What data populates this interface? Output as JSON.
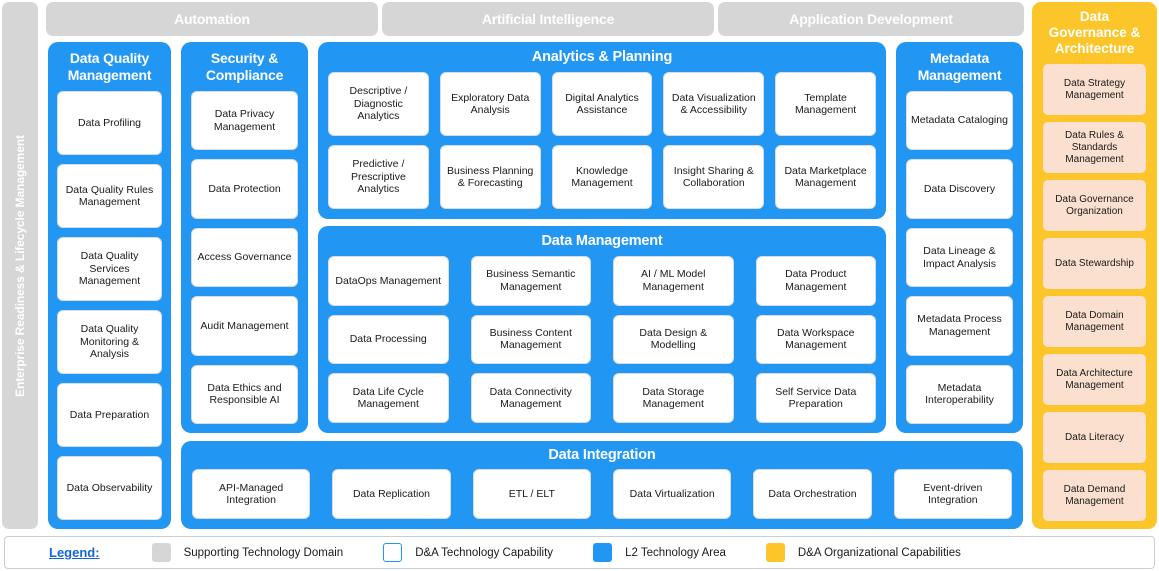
{
  "left_rail": {
    "label": "Enterprise Readiness & Lifecycle Management"
  },
  "top_bars": [
    {
      "label": "Automation"
    },
    {
      "label": "Artificial Intelligence"
    },
    {
      "label": "Application Development"
    }
  ],
  "data_quality": {
    "title": "Data Quality Management",
    "items": [
      "Data Profiling",
      "Data Quality Rules Management",
      "Data Quality Services Management",
      "Data Quality Monitoring & Analysis",
      "Data Preparation",
      "Data Observability"
    ]
  },
  "security": {
    "title": "Security & Compliance",
    "items": [
      "Data Privacy Management",
      "Data Protection",
      "Access Governance",
      "Audit Management",
      "Data Ethics and Responsible AI"
    ]
  },
  "analytics": {
    "title": "Analytics & Planning",
    "items": [
      "Descriptive / Diagnostic Analytics",
      "Exploratory Data Analysis",
      "Digital Analytics Assistance",
      "Data Visualization & Accessibility",
      "Template Management",
      "Predictive / Prescriptive Analytics",
      "Business Planning & Forecasting",
      "Knowledge Management",
      "Insight Sharing & Collaboration",
      "Data Marketplace Management"
    ]
  },
  "data_management": {
    "title": "Data Management",
    "items": [
      "DataOps Management",
      "Business Semantic Management",
      "AI / ML Model Management",
      "Data Product Management",
      "Data Processing",
      "Business Content Management",
      "Data Design & Modelling",
      "Data Workspace Management",
      "Data Life Cycle Management",
      "Data Connectivity Management",
      "Data Storage Management",
      "Self Service Data Preparation"
    ]
  },
  "metadata": {
    "title": "Metadata Management",
    "items": [
      "Metadata Cataloging",
      "Data Discovery",
      "Data Lineage & Impact Analysis",
      "Metadata Process Management",
      "Metadata Interoperability"
    ]
  },
  "integration": {
    "title": "Data Integration",
    "items": [
      "API-Managed Integration",
      "Data Replication",
      "ETL / ELT",
      "Data Virtualization",
      "Data Orchestration",
      "Event-driven Integration"
    ]
  },
  "governance": {
    "title": "Data Governance & Architecture",
    "items": [
      "Data Strategy Management",
      "Data Rules & Standards Management",
      "Data Governance Organization",
      "Data Stewardship",
      "Data Domain Management",
      "Data Architecture Management",
      "Data Literacy",
      "Data Demand Management"
    ]
  },
  "legend": {
    "title": "Legend:",
    "items": [
      {
        "label": "Supporting Technology Domain",
        "color": "#d6d6d6"
      },
      {
        "label": "D&A Technology Capability",
        "color": "#ffffff"
      },
      {
        "label": "L2 Technology Area",
        "color": "#2196f3"
      },
      {
        "label": "D&A Organizational Capabilities",
        "color": "#fcc52a"
      }
    ]
  },
  "colors": {
    "supporting_domain": "#d6d6d6",
    "l2_area": "#2196f3",
    "org_capability": "#fcc52a",
    "org_capability_box": "#fbe0cf",
    "capability_box": "#ffffff",
    "legend_accent": "#1565d8"
  }
}
